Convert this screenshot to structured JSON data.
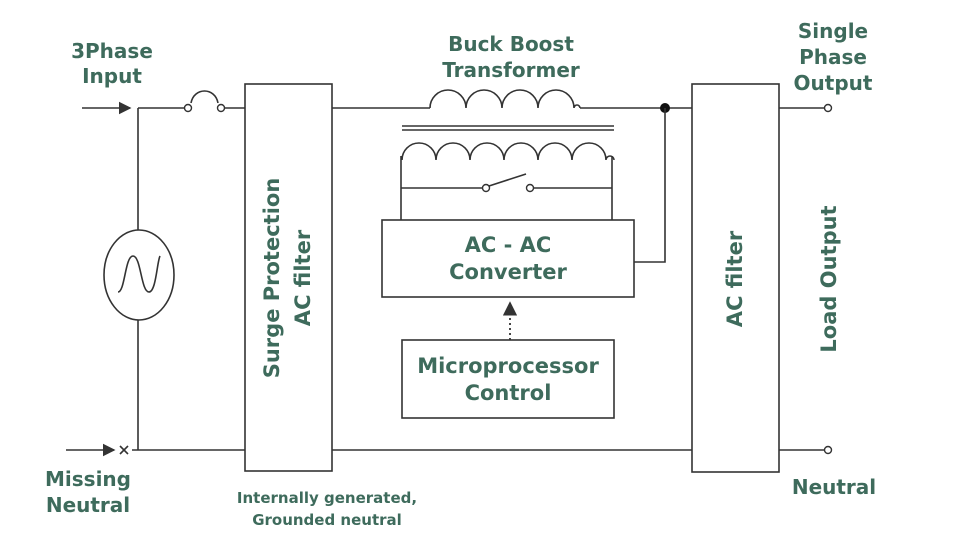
{
  "labels": {
    "input_l1": "3Phase",
    "input_l2": "Input",
    "missing_l1": "Missing",
    "missing_l2": "Neutral",
    "transformer_l1": "Buck Boost",
    "transformer_l2": "Transformer",
    "output_l1": "Single",
    "output_l2": "Phase",
    "output_l3": "Output",
    "surge_l1": "Surge Protection",
    "surge_l2": "AC filter",
    "converter_l1": "AC - AC",
    "converter_l2": "Converter",
    "micro_l1": "Microprocessor",
    "micro_l2": "Control",
    "acfilter": "AC filter",
    "load_output": "Load Output",
    "neutral": "Neutral",
    "internal_l1": "Internally generated,",
    "internal_l2": "Grounded neutral"
  },
  "colors": {
    "text": "#3e6b5c",
    "line": "#333333"
  }
}
